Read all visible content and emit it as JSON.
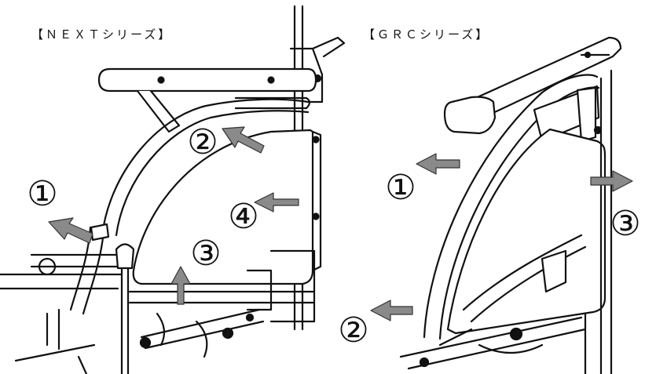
{
  "panels": {
    "next": {
      "label": "【ＮＥＸＴシリーズ】",
      "steps": [
        "①",
        "②",
        "③",
        "④"
      ]
    },
    "grc": {
      "label": "【ＧＲＣシリーズ】",
      "steps": [
        "①",
        "②",
        "③"
      ]
    }
  },
  "colors": {
    "line": "#111111",
    "arrow_fill": "#8a8a8a",
    "arrow_stroke": "#333333",
    "background": "#ffffff",
    "panel_fill": "#ffffff"
  }
}
